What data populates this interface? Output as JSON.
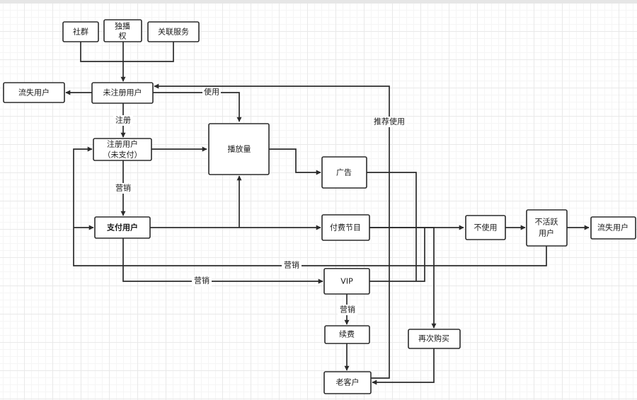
{
  "nodes": {
    "community": "社群",
    "exclusive_l1": "独播",
    "exclusive_l2": "权",
    "related_services": "关联服务",
    "unregistered": "未注册用户",
    "lost_left": "流失用户",
    "registered_l1": "注册用户",
    "registered_l2": "（未支付）",
    "plays": "播放量",
    "ads": "广告",
    "paying": "支付用户",
    "paid_programs": "付费节目",
    "not_using": "不使用",
    "inactive_l1": "不活跃",
    "inactive_l2": "用户",
    "lost_right": "流失用户",
    "vip": "VIP",
    "renew": "续费",
    "repurchase": "再次购买",
    "old_customer": "老客户"
  },
  "edge_labels": {
    "use": "使用",
    "register": "注册",
    "marketing_1": "营销",
    "marketing_loop": "营销",
    "marketing_vip": "营销",
    "marketing_renew": "营销",
    "recommend": "推荐使用"
  }
}
